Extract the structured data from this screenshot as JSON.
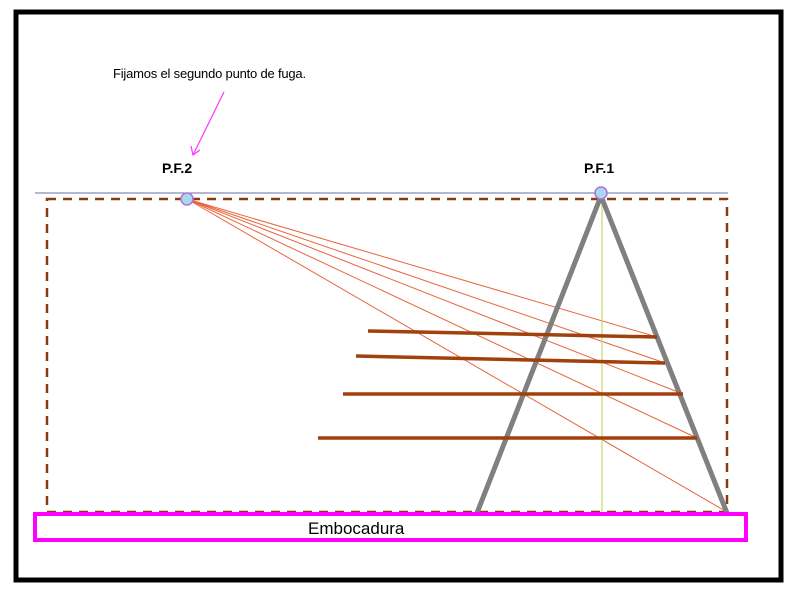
{
  "annotation": "Fijamos el segundo punto de fuga.",
  "labels": {
    "pf2": "P.F.2",
    "pf1": "P.F.1",
    "embocadura": "Embocadura"
  },
  "colors": {
    "frame": "#000000",
    "horizon": "#6b6fa0",
    "dashed": "#8b3a10",
    "fuga_lines": "#e8643c",
    "planks": "#a0400a",
    "triangle": "#808080",
    "center": "#c8d86a",
    "embocadura": "#ff00ff",
    "arrow": "#ff33ff",
    "point_fill": "#a8d8ea",
    "point_stroke": "#b070e0"
  }
}
